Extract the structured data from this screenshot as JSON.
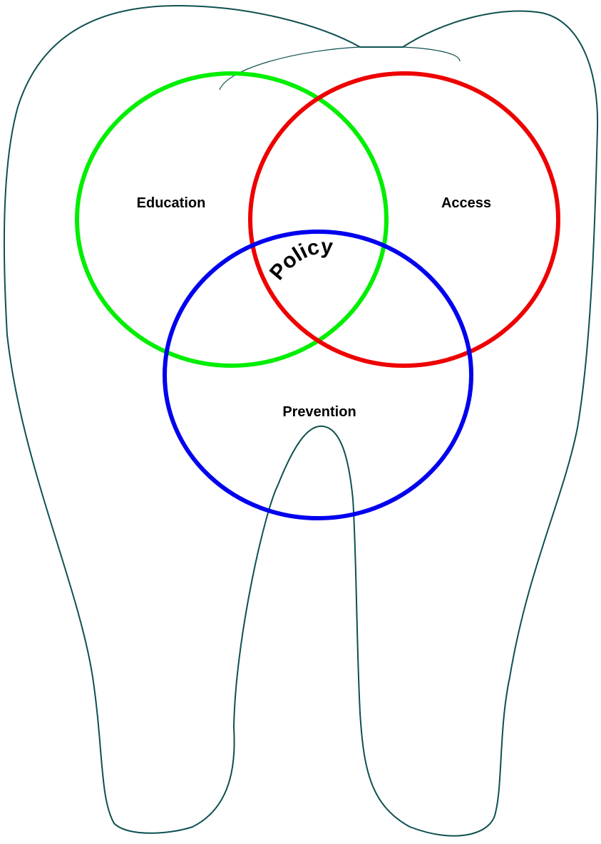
{
  "colors": {
    "tooth_outline": "#0f5050",
    "education_ring": "#00ee00",
    "access_ring": "#ee0000",
    "prevention_ring": "#0000ee",
    "background": "#ffffff",
    "text": "#000000"
  },
  "circles": {
    "education": {
      "label": "Education"
    },
    "access": {
      "label": "Access"
    },
    "prevention": {
      "label": "Prevention"
    }
  },
  "center_label": "Policy"
}
